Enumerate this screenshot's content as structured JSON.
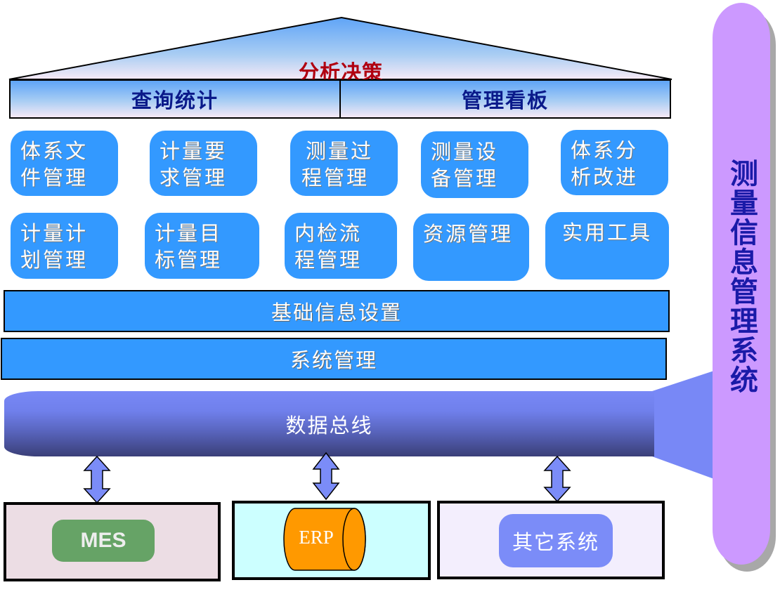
{
  "title": "测量信息管理系统",
  "roof": {
    "title": "分析决策"
  },
  "query_bar": {
    "left": "查询统计",
    "right": "管理看板"
  },
  "modules": [
    {
      "line1": "体系文",
      "line2": "件管理"
    },
    {
      "line1": "计量要",
      "line2": "求管理"
    },
    {
      "line1": "测量过",
      "line2": "程管理"
    },
    {
      "line1": "测量设",
      "line2": "备管理"
    },
    {
      "line1": "体系分",
      "line2": "析改进"
    },
    {
      "line1": "计量计",
      "line2": "划管理"
    },
    {
      "line1": "计量目",
      "line2": "标管理"
    },
    {
      "line1": "内检流",
      "line2": "程管理"
    },
    {
      "line1": "资源管理",
      "line2": ""
    },
    {
      "line1": "实用工具",
      "line2": ""
    }
  ],
  "layers": {
    "base_info": "基础信息设置",
    "system_mgmt": "系统管理"
  },
  "bus": {
    "label": "数据总线"
  },
  "external_systems": {
    "mes": "MES",
    "erp": "ERP",
    "other": "其它系统"
  },
  "colors": {
    "tile": "#3399ff",
    "roof_title": "#b00010",
    "pill": "#cc99ff",
    "pill_text": "#1a1aa8",
    "mes": "#66a366",
    "erp": "#ff9900",
    "other": "#7b8cf8",
    "arrow": "#7b8cf8"
  }
}
